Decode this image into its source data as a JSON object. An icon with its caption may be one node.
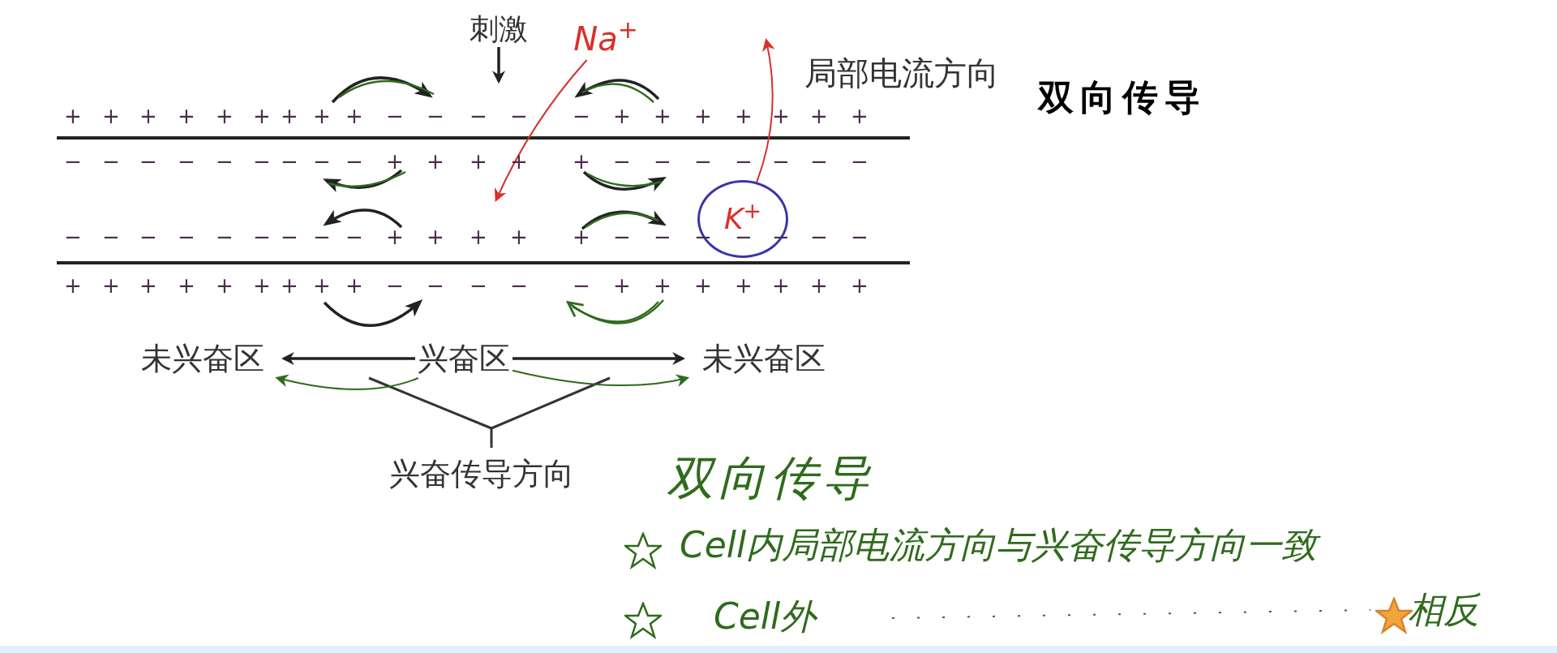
{
  "diagram": {
    "title": "双向传导",
    "nodes": [
      {
        "text": [
          "刺激"
        ]
      },
      {
        "text": [
          "Na$^{+}$"
        ]
      },
      {
        "text": [
          "K$^{+}$"
        ]
      },
      {
        "text": [
          "未兴奋区"
        ]
      },
      {
        "text": [
          "兴奋区"
        ]
      },
      {
        "text": [
          "未兴奋区"
        ]
      }
    ],
    "edges": [
      {
        "from": 0,
        "to": null,
        "arrow": "to"
      },
      {
        "from": 1,
        "to": null,
        "arrow": "to",
        "color": "#d9302a"
      },
      {
        "from": 2,
        "to": null,
        "arrow": "to",
        "color": "#d9302a"
      },
      {
        "from": 4,
        "to": 3,
        "arrow": "to"
      },
      {
        "from": 4,
        "to": 5,
        "arrow": "to"
      },
      {
        "from": 4,
        "to": 3,
        "arrow": "to",
        "color": "#2f6b1c"
      },
      {
        "from": 4,
        "to": 5,
        "arrow": "to",
        "color": "#2f6b1c"
      }
    ],
    "labels": [
      "局部电流方向",
      "+ + + + + + + + + − − − − − + + + + + + +",
      "− − − − − − − − − + + + + + − − − − − − −",
      "− − − − − − − − − + + + + + − − − − − − −",
      "+ + + + + + + + + − − − − − + + + + + + +",
      "兴奋传导方向",
      "双向传导",
      "Cell内局部电流方向与兴奋传导方向一致",
      "Cell外",
      "相反"
    ]
  }
}
